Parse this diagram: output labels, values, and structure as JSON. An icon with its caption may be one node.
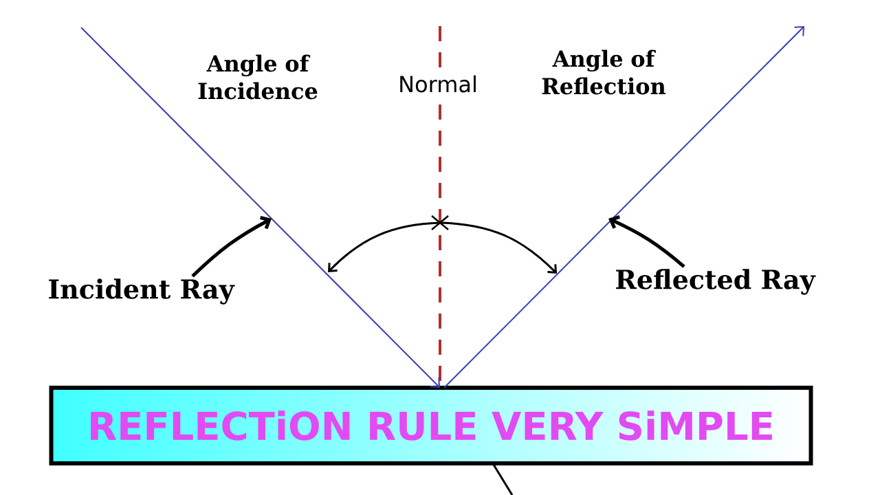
{
  "diagram": {
    "nodes": [
      {
        "text": [
          "Incident Ray"
        ]
      },
      {
        "text": [
          "Reflected Ray"
        ]
      },
      {
        "text": [
          "REFLECTiON RULE VERY SiMPLE"
        ]
      }
    ],
    "edges": [
      {
        "from": null,
        "to": 2,
        "arrow": "to",
        "color": "#3a3fb0"
      },
      {
        "from": 2,
        "to": null,
        "arrow": "to",
        "color": "#3a3fb0"
      },
      {
        "from": 0,
        "to": null,
        "arrow": "to",
        "style": "thick",
        "color": "#000000"
      },
      {
        "from": 1,
        "to": null,
        "arrow": "to",
        "style": "thick",
        "color": "#000000"
      }
    ],
    "labels": [
      "Angle of Incidence",
      "Normal",
      "Angle of Reflection"
    ]
  }
}
